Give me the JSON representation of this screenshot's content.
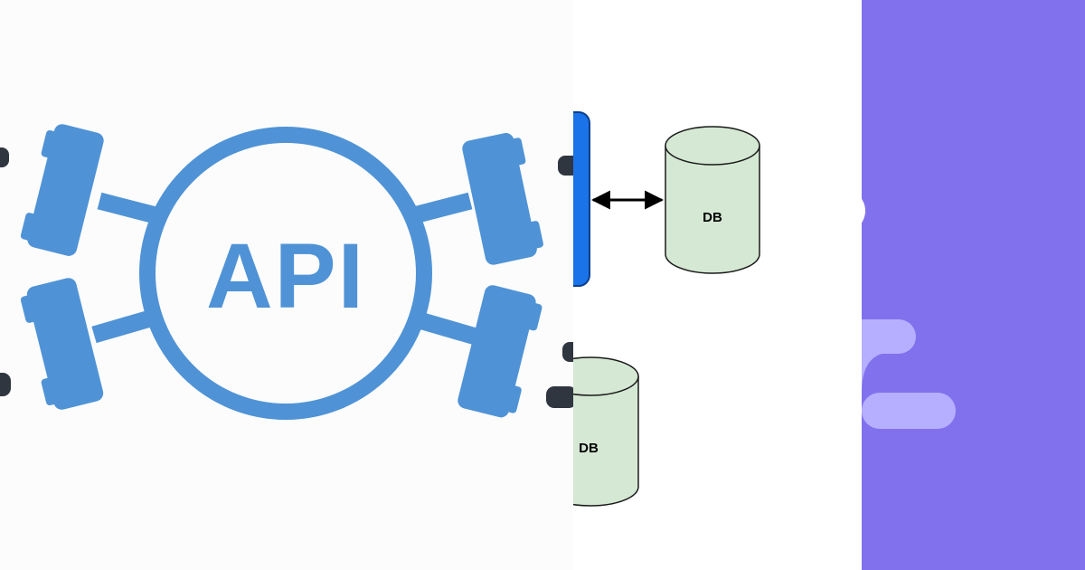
{
  "api_panel": {
    "center_label": "API",
    "icon": "api-plugs-icon",
    "colors": {
      "accent": "#4f93d6",
      "dark": "#2f3640",
      "background": "#fcfcfc"
    }
  },
  "db_panel": {
    "databases": [
      {
        "label": "DB"
      },
      {
        "label": "DB"
      }
    ],
    "colors": {
      "db_fill": "#d5e8d4",
      "stroke": "#000000",
      "service": "#1a73e8"
    }
  },
  "purple_panel": {
    "colors": {
      "background": "#8271ec",
      "light": "#b6afff",
      "circle": "#ffffff"
    }
  }
}
